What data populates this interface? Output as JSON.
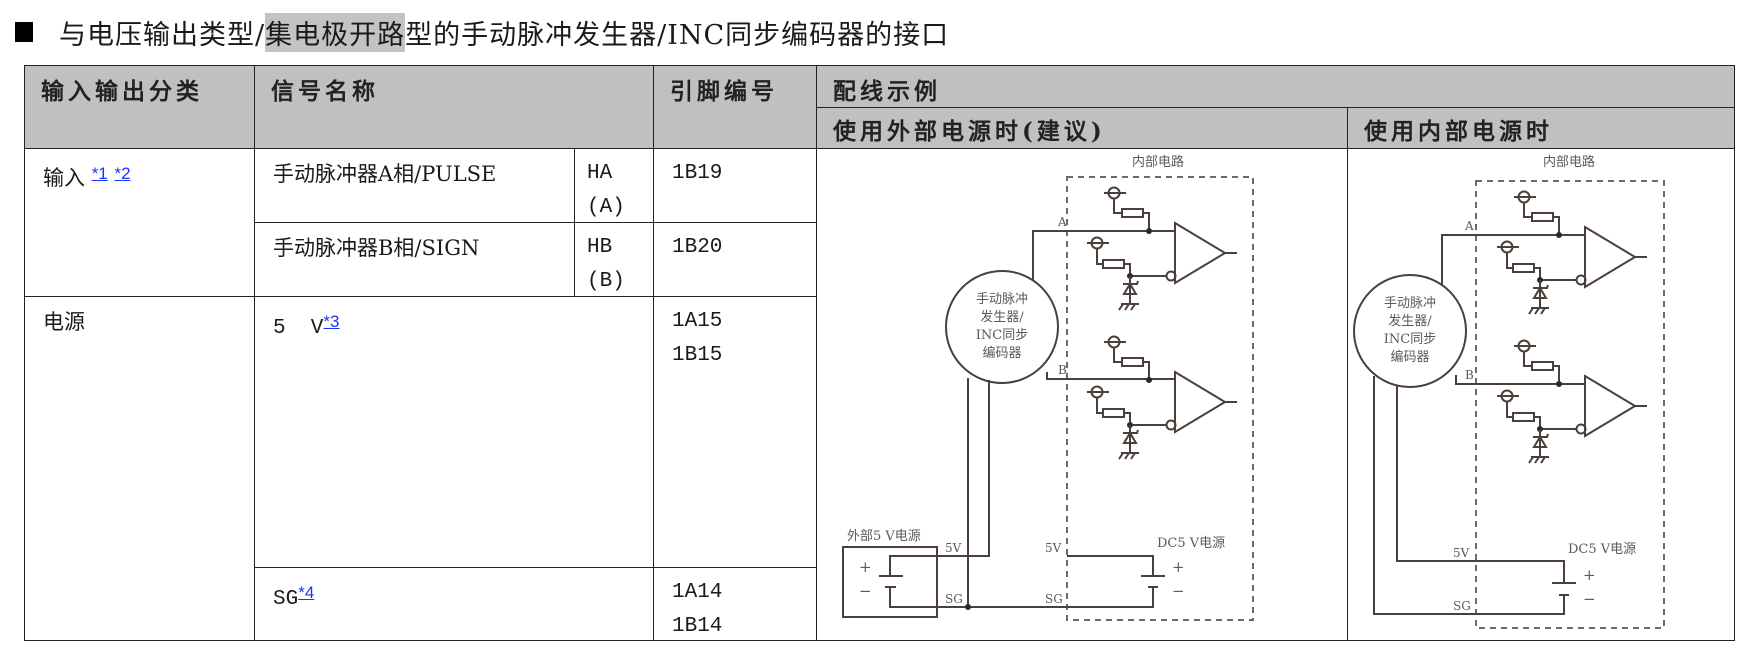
{
  "title": {
    "bullet_icon": "black-square",
    "prefix": "与电压输出类型/",
    "highlight": "集电极开路",
    "suffix": "型的手动脉冲发生器/INC同步编码器的接口"
  },
  "table": {
    "headers": {
      "io_class": "输入输出分类",
      "signal_name": "信号名称",
      "pin_number": "引脚编号",
      "wiring_example": "配线示例",
      "external_power": "使用外部电源时(建议)",
      "internal_power": "使用内部电源时"
    },
    "rows": {
      "input": {
        "label": "输入",
        "refs": [
          "*1",
          "*2"
        ],
        "signals": [
          {
            "name": "手动脉冲器A相/PULSE",
            "code": "HA",
            "code_alt": "(A)",
            "pin": "1B19"
          },
          {
            "name": "手动脉冲器B相/SIGN",
            "code": "HB",
            "code_alt": "(B)",
            "pin": "1B20"
          }
        ]
      },
      "power": {
        "label": "电源",
        "signals": [
          {
            "name": "5  V",
            "ref": "*3",
            "pins": [
              "1A15",
              "1B15"
            ]
          },
          {
            "name": "SG",
            "ref": "*4",
            "pins": [
              "1A14",
              "1B14"
            ]
          }
        ]
      }
    }
  },
  "diagram_external": {
    "internal_circuit_label": "内部电路",
    "device_label": [
      "手动脉冲",
      "发生器/",
      "INC同步",
      "编码器"
    ],
    "phase_a": "A",
    "phase_b": "B",
    "ext_supply_label": "外部5 V电源",
    "plus": "+",
    "minus": "−",
    "v5_label": "5V",
    "sg_label": "SG",
    "dc_supply_label": "DC5 V电源"
  },
  "diagram_internal": {
    "internal_circuit_label": "内部电路",
    "device_label": [
      "手动脉冲",
      "发生器/",
      "INC同步",
      "编码器"
    ],
    "phase_a": "A",
    "phase_b": "B",
    "v5_label": "5V",
    "sg_label": "SG",
    "dc_supply_label": "DC5 V电源",
    "plus": "+",
    "minus": "−"
  }
}
